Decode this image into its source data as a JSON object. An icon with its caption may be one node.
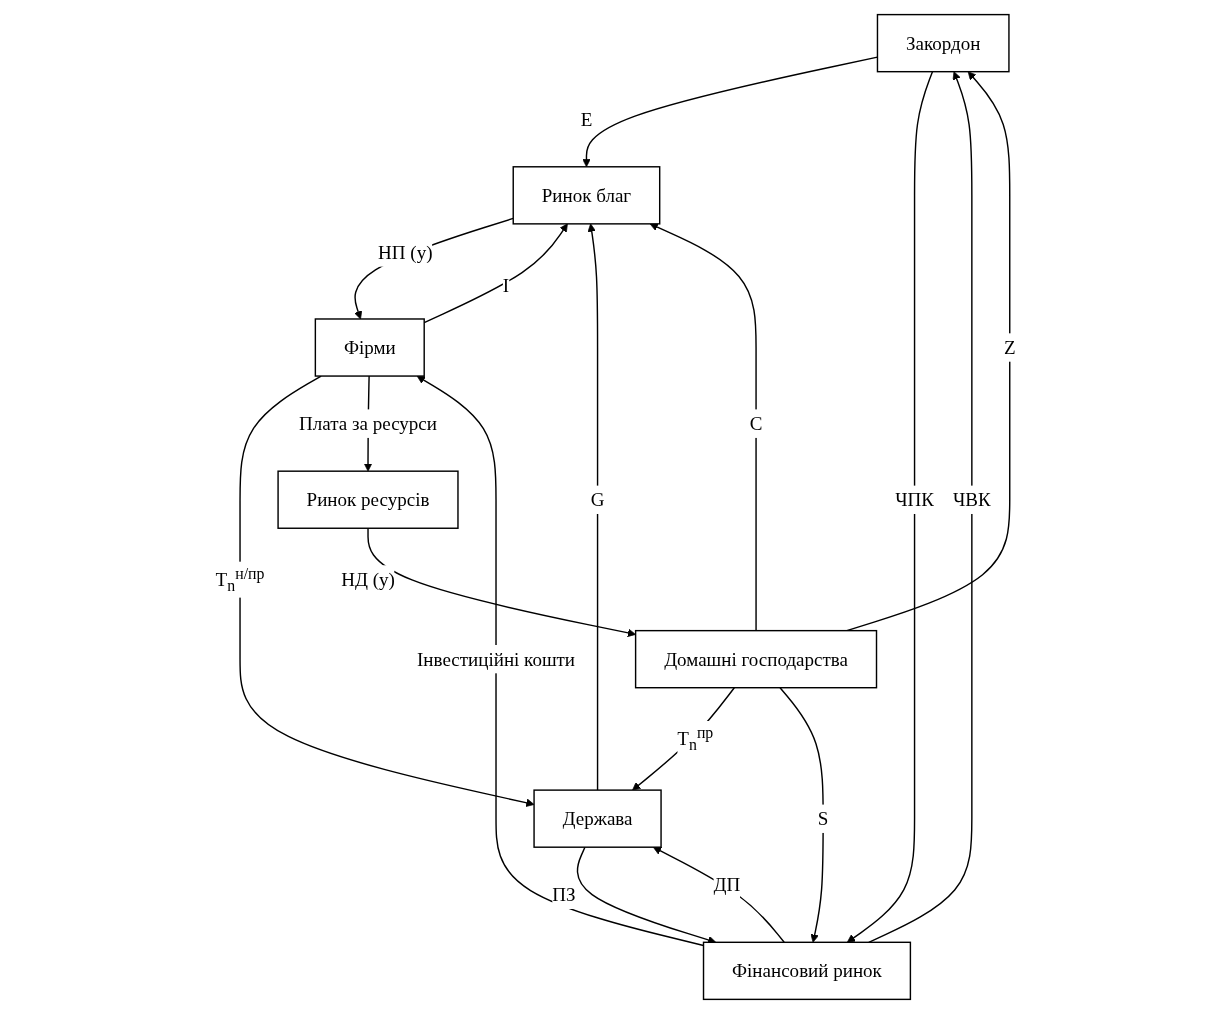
{
  "diagram": {
    "nodes": [
      {
        "text": [
          "Закордон"
        ]
      },
      {
        "text": [
          "Ринок благ"
        ]
      },
      {
        "text": [
          "Держава"
        ]
      },
      {
        "text": [
          "Домашні господарства"
        ]
      },
      {
        "text": [
          "Фінансовий ринок"
        ]
      },
      {
        "text": [
          "Фірми"
        ]
      },
      {
        "text": [
          "Ринок ресурсів"
        ]
      }
    ],
    "edges": [
      {
        "from": 0,
        "to": 1,
        "arrow": "to",
        "label": "E"
      },
      {
        "from": 3,
        "to": 1,
        "arrow": "to",
        "label": "C"
      },
      {
        "from": 3,
        "to": 0,
        "arrow": "to",
        "label": "Z"
      },
      {
        "from": 2,
        "to": 1,
        "arrow": "to",
        "label": "G"
      },
      {
        "from": 5,
        "to": 1,
        "arrow": "to",
        "label": "I"
      },
      {
        "from": 1,
        "to": 5,
        "arrow": "to",
        "label": "НП (у)"
      },
      {
        "from": 3,
        "to": 2,
        "arrow": "to",
        "label": "T$_{n}$$^{пр}$"
      },
      {
        "from": 5,
        "to": 2,
        "arrow": "to",
        "label": "T$_{n}$$^{н/пр}$"
      },
      {
        "from": 4,
        "to": 2,
        "arrow": "to",
        "label": "ДП"
      },
      {
        "from": 2,
        "to": 4,
        "arrow": "to",
        "label": "ПЗ"
      },
      {
        "from": 3,
        "to": 4,
        "arrow": "to",
        "label": "S"
      },
      {
        "from": 4,
        "to": 5,
        "arrow": "to",
        "label": "Інвестиційні кошти"
      },
      {
        "from": 0,
        "to": 4,
        "arrow": "to",
        "label": "ЧПК"
      },
      {
        "from": 4,
        "to": 0,
        "arrow": "to",
        "label": "ЧВК"
      },
      {
        "from": 5,
        "to": 6,
        "arrow": "to",
        "label": "Плата за ресурси"
      },
      {
        "from": 6,
        "to": 3,
        "arrow": "to",
        "label": "НД (у)"
      }
    ]
  }
}
